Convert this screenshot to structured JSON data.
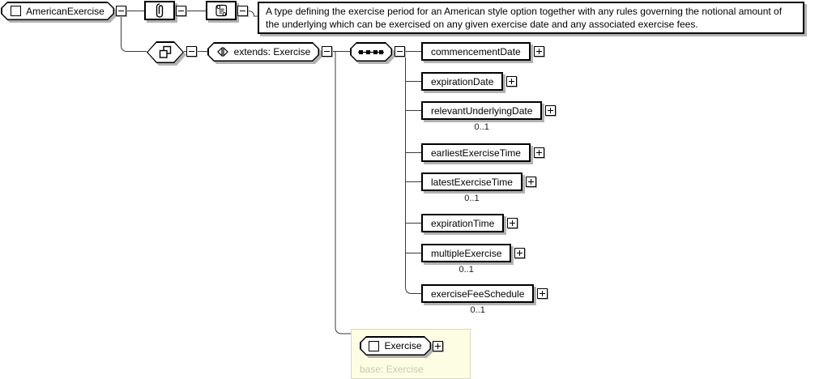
{
  "diagram": {
    "root": {
      "label": "AmericanExercise"
    },
    "documentation": {
      "text": "A type defining the exercise period for an American style option together with any rules governing the notional amount of the underlying which can be exercised on any given exercise date and any associated exercise fees."
    },
    "extension": {
      "label": "extends: Exercise"
    },
    "children": [
      {
        "name": "commencementDate",
        "occurrence": ""
      },
      {
        "name": "expirationDate",
        "occurrence": ""
      },
      {
        "name": "relevantUnderlyingDate",
        "occurrence": "0..1"
      },
      {
        "name": "earliestExerciseTime",
        "occurrence": ""
      },
      {
        "name": "latestExerciseTime",
        "occurrence": "0..1"
      },
      {
        "name": "expirationTime",
        "occurrence": ""
      },
      {
        "name": "multipleExercise",
        "occurrence": "0..1"
      },
      {
        "name": "exerciseFeeSchedule",
        "occurrence": "0..1"
      }
    ],
    "base": {
      "label": "Exercise",
      "caption": "base: Exercise"
    },
    "colors": {
      "box_shadow": "#b2b2b2",
      "connector": "#3a3a3a",
      "base_panel_bg": "#fdfde4",
      "base_panel_border": "#d8d8c4",
      "base_caption_color": "#c9c9b2"
    }
  }
}
